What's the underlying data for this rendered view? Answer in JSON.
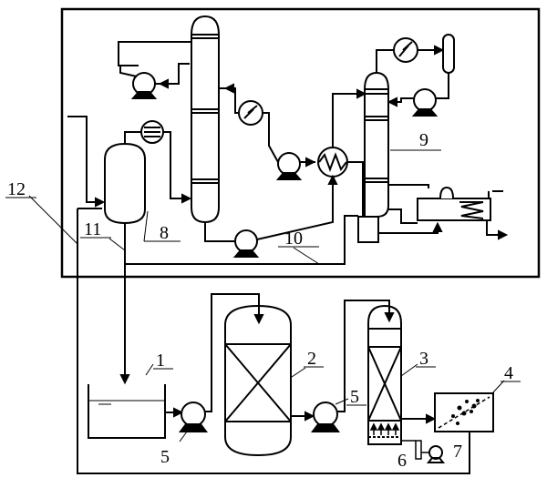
{
  "labels": {
    "l1": "1",
    "l2": "2",
    "l3": "3",
    "l4": "4",
    "l5a": "5",
    "l5b": "5",
    "l6": "6",
    "l7": "7",
    "l8": "8",
    "l9": "9",
    "l10": "10",
    "l11": "11",
    "l12": "12"
  },
  "colors": {
    "line": "#000000",
    "background": "#ffffff"
  },
  "icons": [
    "pump-icon",
    "heat-exchanger-icon",
    "condenser-icon",
    "reflux-drum-icon"
  ]
}
